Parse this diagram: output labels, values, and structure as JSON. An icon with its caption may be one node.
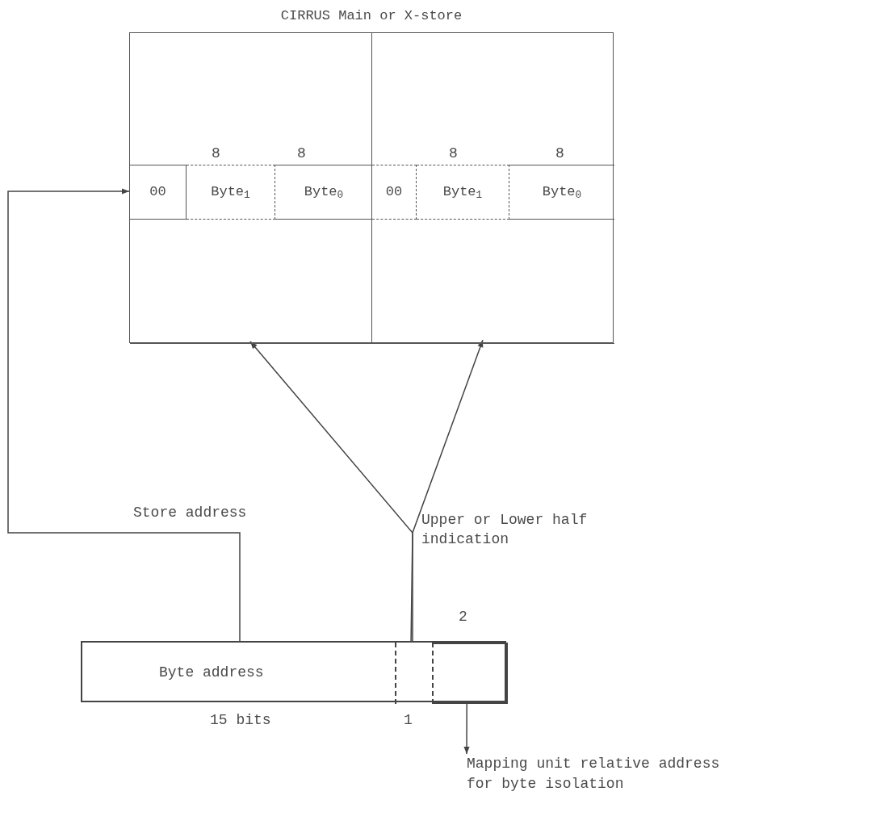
{
  "diagram": {
    "nodes": [
      {
        "text": [
          "CIRRUS Main or X-store"
        ]
      },
      {
        "text": [],
        "shape": "box",
        "in": 0
      },
      {
        "text": [],
        "shape": "box",
        "in": 0
      },
      {
        "text": [
          "00"
        ],
        "in": 1
      },
      {
        "text": [
          "Byte$_{1}$"
        ],
        "in": 1
      },
      {
        "text": [
          "Byte$_{0}$"
        ],
        "in": 1
      },
      {
        "text": [
          "00"
        ],
        "in": 2
      },
      {
        "text": [
          "Byte$_{1}$"
        ],
        "in": 2
      },
      {
        "text": [
          "Byte$_{0}$"
        ],
        "in": 2
      },
      {
        "text": [
          "Byte address"
        ]
      },
      {
        "text": [],
        "shape": "box",
        "in": 9
      },
      {
        "text": [],
        "shape": "box",
        "in": 9
      },
      {
        "text": [
          "Mapping unit relative address for byte isolation"
        ]
      }
    ],
    "edges": [
      {
        "from": 9,
        "to": 3,
        "arrow": "to",
        "label": "Store address"
      },
      {
        "from": 10,
        "to": 1,
        "arrow": "to"
      },
      {
        "from": 10,
        "to": 2,
        "arrow": "to"
      },
      {
        "from": 11,
        "to": 12,
        "arrow": "to"
      }
    ],
    "labels": [
      "8",
      "8",
      "8",
      "8",
      "Upper or Lower half indication",
      "2",
      "15 bits",
      "1"
    ]
  }
}
